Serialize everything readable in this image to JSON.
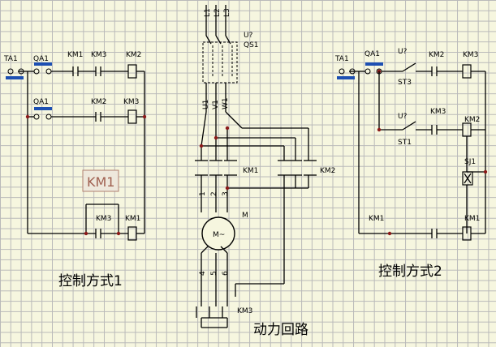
{
  "captions": {
    "control_1": "控制方式1",
    "control_2": "控制方式2",
    "power": "动力回路"
  },
  "left": {
    "ta1": "TA1",
    "qa1": "QA1",
    "km1": "KM1",
    "km3": "KM3",
    "km2": "KM2",
    "qa1_2": "QA1",
    "km2_2": "KM2",
    "km3_coil": "KM3",
    "km1_box": "KM1",
    "km3_3": "KM3",
    "km1_coil": "KM1"
  },
  "power": {
    "l1": "L1",
    "l2": "L2",
    "l3": "L3",
    "uq": "U?",
    "qs1": "QS1",
    "u1": "U1",
    "v1": "V1",
    "w1": "W1",
    "km1": "KM1",
    "km2": "KM2",
    "n1": "1",
    "n2": "2",
    "n3": "3",
    "m": "M",
    "motor": "M~",
    "n4": "4",
    "n5": "5",
    "n6": "6",
    "km3": "KM3"
  },
  "right": {
    "ta1": "TA1",
    "qa1": "QA1",
    "u1": "U?",
    "st3": "ST3",
    "km2": "KM2",
    "km3": "KM3",
    "u2": "U?",
    "st1": "ST1",
    "km3_2": "KM3",
    "km2_coil": "KM2",
    "sj1": "SJ1",
    "km1": "KM1",
    "km1_coil": "KM1"
  },
  "colors": {
    "grid": "#b9b9b9",
    "background": "#f6f6df",
    "node": "#8b1a1a",
    "button": "#1d4fb2",
    "ghost_box": "#a06050"
  }
}
